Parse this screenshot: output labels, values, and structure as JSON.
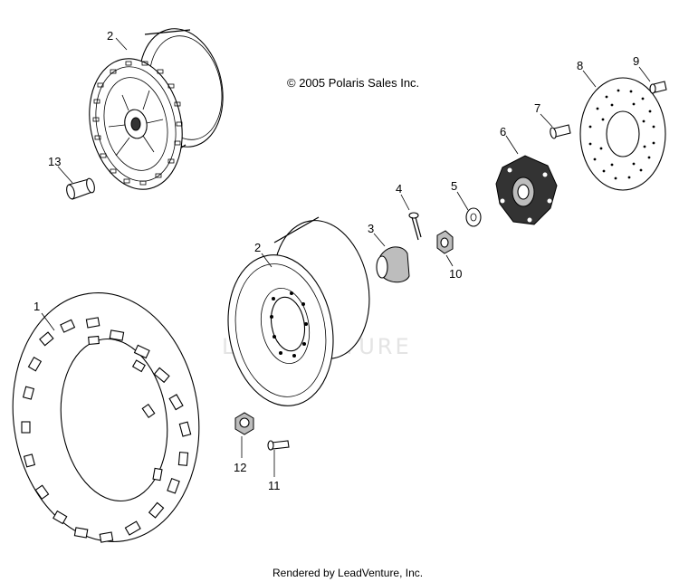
{
  "copyright": "© 2005 Polaris Sales Inc.",
  "footer": "Rendered by LeadVenture, Inc.",
  "watermark": "LEADVENTURE",
  "callouts": [
    "1",
    "2",
    "2",
    "3",
    "4",
    "5",
    "6",
    "7",
    "8",
    "9",
    "10",
    "11",
    "12",
    "13"
  ]
}
